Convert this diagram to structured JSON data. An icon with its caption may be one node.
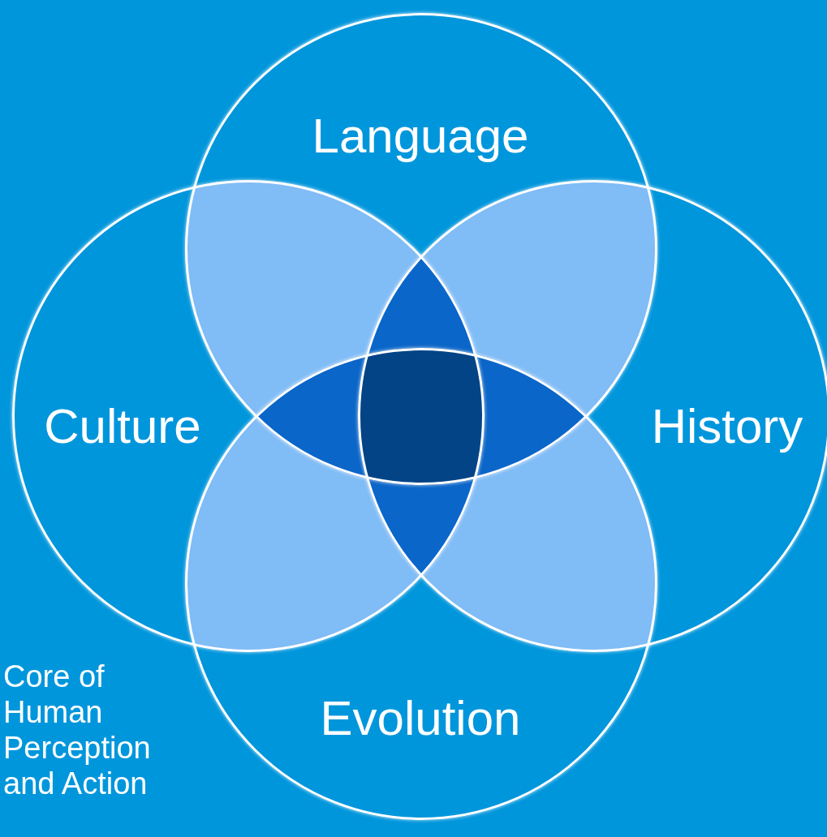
{
  "diagram": {
    "nodes": [
      {
        "text": [
          "Language"
        ]
      },
      {
        "text": [
          "Culture"
        ]
      },
      {
        "text": [
          "History"
        ]
      },
      {
        "text": [
          "Evolution"
        ]
      }
    ],
    "labels": [
      "Core of Human Perception and Action"
    ]
  }
}
